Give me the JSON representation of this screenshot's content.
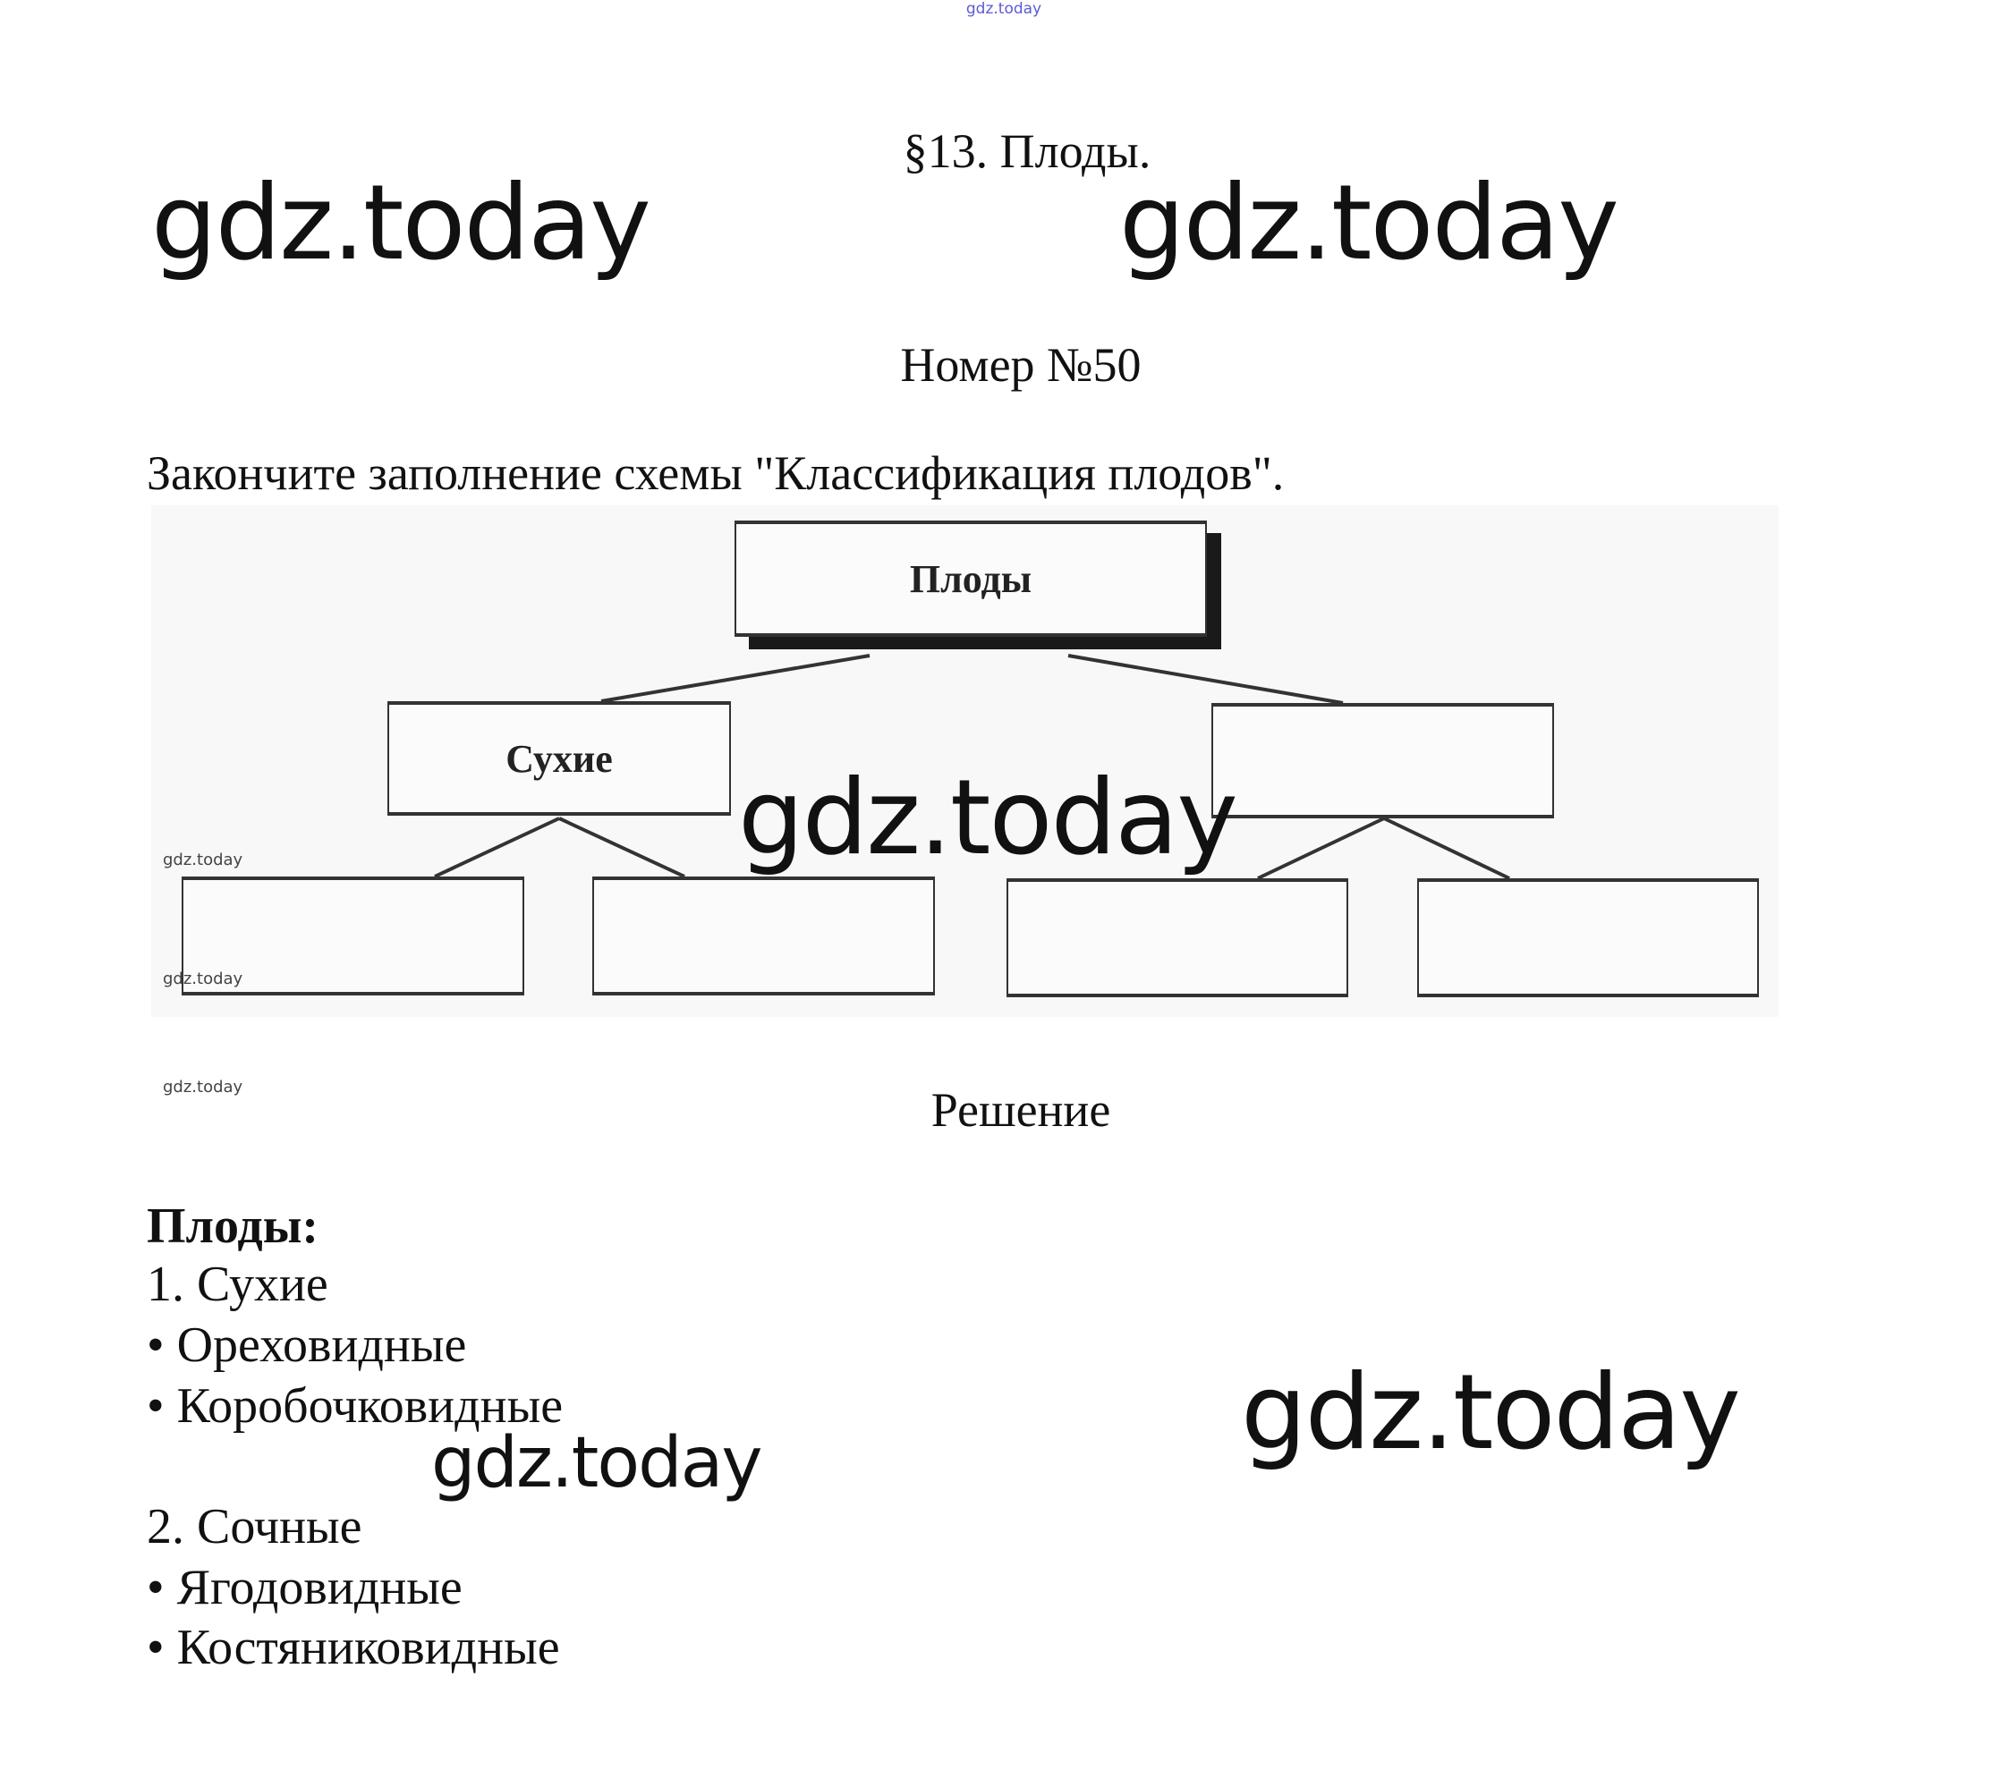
{
  "watermark_text": "gdz.today",
  "header": {
    "section_title": "§13. Плоды.",
    "task_number": "Номер №50"
  },
  "task": {
    "instruction": "Закончите заполнение схемы \"Классификация плодов\"."
  },
  "diagram": {
    "root": "Плоды",
    "level1": [
      "Сухие",
      ""
    ],
    "level2": [
      "",
      "",
      "",
      ""
    ]
  },
  "solution": {
    "heading": "Решение",
    "title": "Плоды:",
    "lines": [
      "1. Сухие",
      "• Ореховидные",
      "• Коробочковидные",
      "2. Сочные",
      "• Ягодовидные",
      "• Костяниковидные"
    ]
  }
}
